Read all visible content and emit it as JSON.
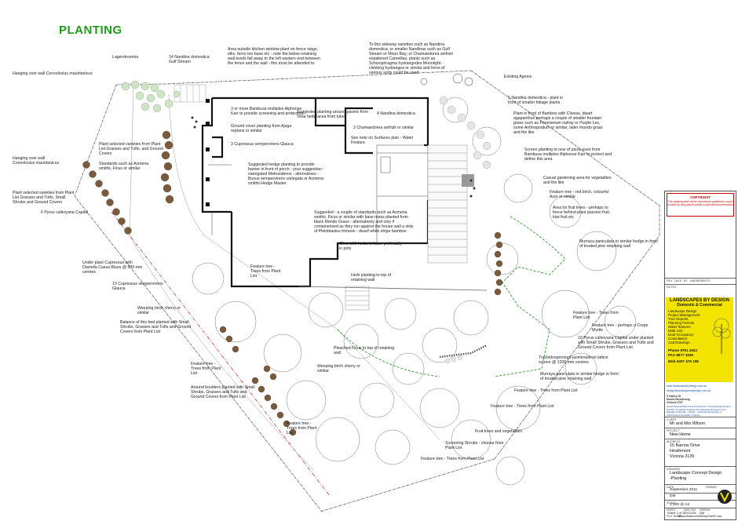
{
  "page_title": "PLANTING",
  "notes": [
    {
      "id": "lagerstroemia",
      "t": "Lagerstroemia"
    },
    {
      "id": "nandina14",
      "t": "14 Nandina domestica Gulf Stream"
    },
    {
      "id": "kitchen",
      "t": "Area outside kitchen window plant on fence stags, elks, ferns too base etc - note the below retaining wall levels fall away to the left eastern end between the fence and the wall - this must be attended to"
    },
    {
      "id": "sideway",
      "t": "To this sideway varieties such as Nandina domestica, or smaller Nandinas such as Gulf Stream or Moon Bay; or Chamaedorea seifrizii expaliered Camellias, plants such as Schizophragma hydrangodes Moonlight - climbing hydrangea or similar and ferns of various sorts could be used"
    },
    {
      "id": "hanging1",
      "t": "Hanging over wall Convolvulus mauritanicus"
    },
    {
      "id": "agonis",
      "t": "Existing Agonis"
    },
    {
      "id": "bamboo3",
      "t": "3 or more Bambusa multiplex Alphonse Karr to provide screening and protection"
    },
    {
      "id": "pavers",
      "t": "Suggested planting around pavers from Viola hederacea from tubes"
    },
    {
      "id": "nandina4",
      "t": "4 Nandina domestica"
    },
    {
      "id": "nandina5",
      "t": "5 Nandina domestica - plant in front of smaller foliage plants"
    },
    {
      "id": "ajuga",
      "t": "Ground cover planting from Ajuga reptans or similar"
    },
    {
      "id": "chamaedorea2",
      "t": "2 Chamaedorea seifrizii or similar"
    },
    {
      "id": "bamboo_clivea",
      "t": "Plant in front of Bamboo with Cliveas, dwarf agapanthus perhaps a couple of smaller fountain grass such as Pennisetum nafray or Purple Lex, some Anthropodium or similar, taller mondo grass and the like"
    },
    {
      "id": "cupressus3",
      "t": "3 Cupressus sempervirens Glauca"
    },
    {
      "id": "surfaces",
      "t": "See note on Surfaces plan - Water Feature"
    },
    {
      "id": "plant_sel",
      "t": "Plant selected varieties from Plant List Grasses and Tufts, and Ground Covers"
    },
    {
      "id": "pizza",
      "t": "Screen planting to rear of pizza oven from Bambusa multiplex Alphonse Karr to protect and define this area"
    },
    {
      "id": "hanging2",
      "t": "Hanging over wall Convolvulus mauritanicus"
    },
    {
      "id": "standards",
      "t": "Standards such as Acmena smithii, Ficus or similar"
    },
    {
      "id": "hedge",
      "t": "Suggested hedge planting to provide barrier in front of porch - your suggestion - variegated Metrosideros - alternatives - Buxus sempervirens variegata or Acmena smithii Hedge Master"
    },
    {
      "id": "casual",
      "t": "Casual gardening area for vegetables and the like"
    },
    {
      "id": "plant_sel2",
      "t": "Plant selected varieties from Plant List Grasses and Tufts, Small Shrubs and Ground Covers"
    },
    {
      "id": "redbirch",
      "t": "Feature tree - red birch, colourful Acer or similar"
    },
    {
      "id": "pyrus6",
      "t": "6 Pyrus calleryana Capital"
    },
    {
      "id": "standards2",
      "t": "Suggested - a couple of standards such as Acmena smithii, Ficus or similar with base mass planted from black Mondo Grass - alternatively and only if containerised as they run against the house wall a strip of Pleioblastus fortunei - dwarf white stripe bamboo"
    },
    {
      "id": "fruit",
      "t": "Area for fruit trees - perhaps to fence behind plant passion fruit, kiwi fruit etc"
    },
    {
      "id": "olive",
      "t": "Olive with herbs to base preferably in pots"
    },
    {
      "id": "murraya1",
      "t": "Murraya paniculata or similar hedge in front of treated pine retaining wall"
    },
    {
      "id": "underplant",
      "t": "Under plant Cupressus with Dianella Cassa Blues @ 500 mm centres"
    },
    {
      "id": "feature_plant",
      "t": "Feature tree - Trees from Plant List"
    },
    {
      "id": "herbs",
      "t": "Herb planting to top of retaining wall"
    },
    {
      "id": "cupressus13",
      "t": "13 Cupressus sempervirens Glauca"
    },
    {
      "id": "weeping1",
      "t": "Weeping birch cherry or similar"
    },
    {
      "id": "balance",
      "t": "Balance of this bed planted with Small Shrubs, Grasses and Tufts and Ground Covers from Plant List"
    },
    {
      "id": "ft_trees",
      "t": "Feature tree - Trees from Plant List"
    },
    {
      "id": "crepe",
      "t": "Feature tree - perhaps a Crepe Myrtle"
    },
    {
      "id": "pyrus10",
      "t": "10 Pyrus calleryana Capital under planted with Small Shrubs, Grasses and Tufts and Ground Covers from Plant List"
    },
    {
      "id": "ficus_pl",
      "t": "Pleached Ficus to top of retaining wall"
    },
    {
      "id": "trachel",
      "t": "Trachelospermum jasminoideon lattice screen @ 1200 mm centres"
    },
    {
      "id": "ft_left",
      "t": "Feature tree - Trees from Plant List"
    },
    {
      "id": "weeping2",
      "t": "Weeping birch cherry or similar"
    },
    {
      "id": "murraya2",
      "t": "Murraya paniculata or similar hedge in front of treated pine retaining wall"
    },
    {
      "id": "boulders",
      "t": "Around boulders planted with Small Shrubs, Grasses and Tufts and Ground Covers from Plant List"
    },
    {
      "id": "ft_b1",
      "t": "Feature tree - Trees from Plant List"
    },
    {
      "id": "ft_b2",
      "t": "Feature tree - Trees from Plant List"
    },
    {
      "id": "ft_b3",
      "t": "Feature tree - Trees from Plant List"
    },
    {
      "id": "fruitveg",
      "t": "Fruit trees and vegetables"
    },
    {
      "id": "screening",
      "t": "Screening Shrubs - choose from Plant List"
    },
    {
      "id": "ft_b4",
      "t": "Feature tree - Trees from Plant List"
    }
  ],
  "title_block": {
    "copyright_head": "COPYRIGHT",
    "copyright_text": "This drawing shall not be reproduced published, copied or used by any party in whole or part without permission",
    "rev_headers": [
      "REV",
      "DATE",
      "BY",
      "AMENDMENTS"
    ],
    "notes_label": "NOTES",
    "firm_name": "LANDSCAPES BY DESIGN",
    "firm_sub": "Domestic & Commercial",
    "services": [
      "Landscape Design",
      "Project Management",
      "Tree Reports",
      "Planning Permits",
      "Water features",
      "Multi Unit",
      "Dual Occupancy",
      "Consultation",
      "Cad Drawings"
    ],
    "phone": "Phone  9751 2622",
    "fax": "FAX     9877 3329",
    "mob": "Mob 0407 475 195",
    "web": "www.landscapesbydesign.com.au",
    "email": "design@landscapesbydesign.com.au",
    "address": [
      "5 Oakley St",
      "Mount Dandenong",
      "Victoria  3767"
    ],
    "qualifications": "Gerald Moorat Diploma of Horticulture / Landscaping Member - AILDM - Australian Institute of Landscape Designers and Managers Member - ISAAC - International Society of Arboriculture Australian Chapter",
    "client_label": "CLIENT",
    "client": "Mr and Mrs Wilson",
    "project_label": "PROJECT",
    "project": "New Home",
    "address_label": "ADDRESS",
    "site_address": [
      "15 Barrow Drive",
      "Heathmont",
      "Victoria 3135"
    ],
    "drawing_label": "DRAWING",
    "drawing": [
      "Landscape Concept Design",
      "-Planting"
    ],
    "date_label": "DATE",
    "date": "September 2011",
    "drawn_label": "DRAWN",
    "drawn": "DM",
    "scale_label": "SCALE",
    "scale": "1:100 @ A2",
    "sheet_label": "SHEET",
    "sheet": "Sheet 2 of 3",
    "dwg_label": "DWG NO.",
    "dwg": "2012104",
    "file_label": "FILE NAME",
    "file": "WilsonHeathmont092sep11WOC.vwx"
  },
  "colors": {
    "title_green": "#1e9a1e",
    "firm_yellow": "#f3e400",
    "feature_tree_brown": "#7a5a3c",
    "grey_plant": "#bcbcbc",
    "hedge_green": "#2a9a2a",
    "red_line": "#d02020"
  }
}
